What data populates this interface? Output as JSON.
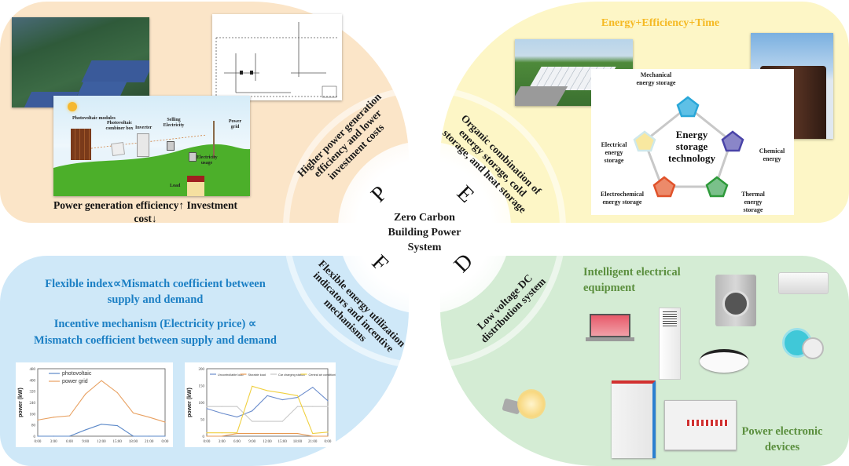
{
  "center": {
    "title_lines": [
      "Zero Carbon",
      "Building Power",
      "System"
    ]
  },
  "quadrant_letters": {
    "p": "P",
    "e": "E",
    "f": "F",
    "d": "D"
  },
  "arc_labels": {
    "p": [
      "Higher power generation",
      "efficiency and lower",
      "investment costs"
    ],
    "e": [
      "Organic combination of",
      "energy storage, cold",
      "storage, and heat storage"
    ],
    "f": [
      "Flexible energy utilization",
      "indicators and incentive",
      "mechanisms"
    ],
    "d": [
      "Low voltage DC",
      "distribution system"
    ]
  },
  "top_left": {
    "caption_line1": "Power generation efficiency↑ Investment",
    "caption_line2": "cost↓",
    "pv_diagram": {
      "modules": "Photovoltaic modules",
      "combiner": "Photovoltaic combiner box",
      "inverter": "Inverter",
      "selling": "Selling Electricity",
      "grid": "Power grid",
      "usage": "Electricity usage",
      "load": "Load"
    },
    "colors": {
      "panel": "#fbe5c8"
    }
  },
  "top_right": {
    "title": "Energy+Efficiency+Time",
    "hub_title_lines": [
      "Energy",
      "storage",
      "technology"
    ],
    "nodes": [
      {
        "label": "Mechanical energy storage",
        "color": "#2aa7d8"
      },
      {
        "label": "Chemical energy",
        "color": "#4a44a8"
      },
      {
        "label": "Thermal energy storage",
        "color": "#2e9a3a"
      },
      {
        "label": "Electrochemical energy storage",
        "color": "#e0522a"
      },
      {
        "label": "Electrical energy storage",
        "color": "#f3d870"
      }
    ],
    "colors": {
      "title": "#f5b923",
      "panel": "#fdf6c6"
    }
  },
  "bottom_left": {
    "formula1_line1": "Flexible index∝Mismatch coefficient between",
    "formula1_line2": "supply and demand",
    "formula2_line1": "Incentive mechanism (Electricity price) ∝",
    "formula2_line2": "Mismatch coefficient between supply and demand",
    "colors": {
      "text": "#1b7fc4",
      "panel": "#cfe8f8"
    }
  },
  "bottom_right": {
    "heading1_line1": "Intelligent electrical",
    "heading1_line2": "equipment",
    "heading2_line1": "Power electronic",
    "heading2_line2": "devices",
    "devices": [
      "laptop",
      "cabinet air conditioner",
      "washing machine",
      "wall air conditioner",
      "ceiling lamp",
      "vacuum cleaner",
      "LED bulb",
      "distribution cabinet",
      "breaker panel"
    ],
    "colors": {
      "text": "#5b8f3e",
      "panel": "#d4ecd4"
    }
  },
  "chart_data": [
    {
      "type": "line",
      "title": "",
      "xlabel": "",
      "ylabel": "power (kW)",
      "x": [
        "0:00",
        "3:00",
        "6:00",
        "9:00",
        "12:00",
        "15:00",
        "18:00",
        "21:00",
        "0:00"
      ],
      "xticks": [
        "0:00",
        "3:00",
        "6:00",
        "9:00",
        "12:00",
        "15:00",
        "18:00",
        "21:00",
        "0:00"
      ],
      "yticks": [
        0,
        80,
        160,
        240,
        320,
        400,
        480
      ],
      "ylim": [
        0,
        480
      ],
      "legend": "top-left",
      "series": [
        {
          "name": "photovoltaic",
          "color": "#5b88c8",
          "values": [
            0,
            0,
            0,
            45,
            85,
            75,
            0,
            0,
            0
          ]
        },
        {
          "name": "power grid",
          "color": "#e8a060",
          "values": [
            115,
            135,
            145,
            300,
            395,
            310,
            165,
            135,
            100
          ]
        }
      ]
    },
    {
      "type": "line",
      "title": "",
      "xlabel": "",
      "ylabel": "power (kW)",
      "x": [
        "0:00",
        "3:00",
        "6:00",
        "9:00",
        "12:00",
        "15:00",
        "18:00",
        "21:00",
        "0:00"
      ],
      "xticks": [
        "0:00",
        "3:00",
        "6:00",
        "9:00",
        "12:00",
        "15:00",
        "18:00",
        "21:00",
        "0:00"
      ],
      "yticks": [
        0,
        50,
        100,
        150,
        200
      ],
      "ylim": [
        0,
        200
      ],
      "legend": "top",
      "series": [
        {
          "name": "Uncontrollable load",
          "color": "#6a8ccc",
          "values": [
            82,
            68,
            57,
            75,
            120,
            108,
            115,
            145,
            105
          ]
        },
        {
          "name": "Storable load",
          "color": "#e89850",
          "values": [
            0,
            0,
            8,
            8,
            8,
            8,
            8,
            0,
            0
          ]
        },
        {
          "name": "Car charging station",
          "color": "#c8c8c8",
          "values": [
            88,
            88,
            88,
            44,
            44,
            44,
            88,
            88,
            88
          ]
        },
        {
          "name": "Central air conditioning",
          "color": "#f0d040",
          "values": [
            10,
            10,
            10,
            148,
            135,
            128,
            120,
            8,
            12
          ]
        }
      ]
    }
  ]
}
